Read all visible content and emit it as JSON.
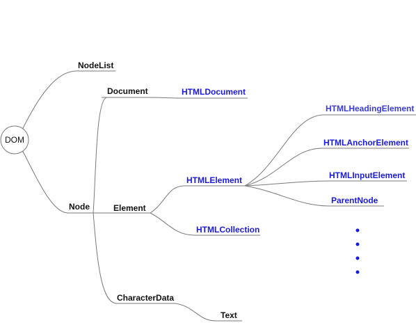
{
  "root": {
    "label": "DOM"
  },
  "nodes": {
    "nodelist": "NodeList",
    "document": "Document",
    "htmldocument": "HTMLDocument",
    "node": "Node",
    "element": "Element",
    "htmlelement": "HTMLElement",
    "htmlheadingelement": "HTMLHeadingElement",
    "htmlanchorelement": "HTMLAnchorElement",
    "htmlinputelement": "HTMLInputElement",
    "parentnode": "ParentNode",
    "htmlcollection": "HTMLCollection",
    "characterdata": "CharacterData",
    "text": "Text"
  },
  "colors": {
    "dark": "#111111",
    "blue": "#1a1adf",
    "edge": "#7a7a7a"
  }
}
